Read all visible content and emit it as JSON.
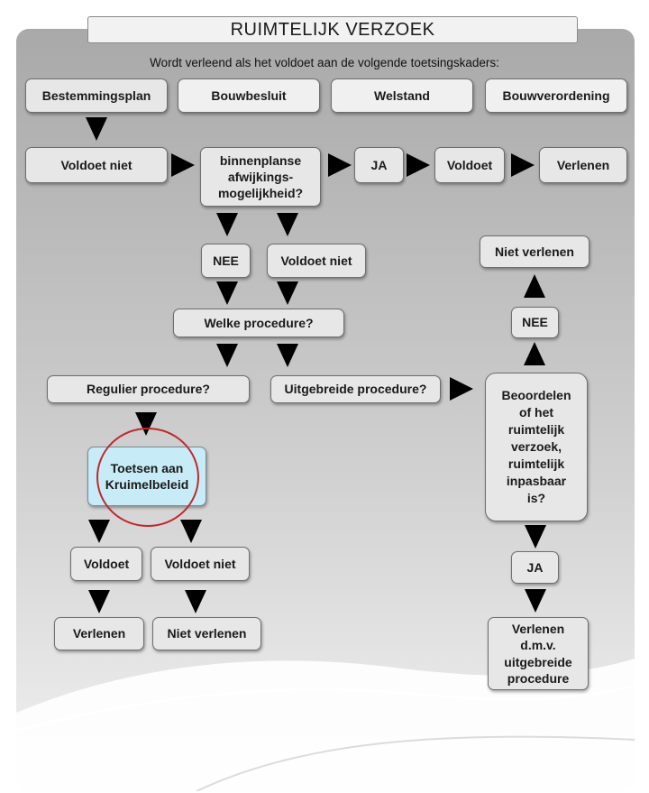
{
  "title": "RUIMTELIJK VERZOEK",
  "subtitle": "Wordt verleend als het voldoet aan de volgende toetsingskaders:",
  "frameworks": [
    "Bestemmingsplan",
    "Bouwbesluit",
    "Welstand",
    "Bouwverordening"
  ],
  "row2": {
    "voldoet_niet": "Voldoet niet",
    "binnenplanse_1": "binnenplanse",
    "binnenplanse_2": "afwijkings-",
    "binnenplanse_3": "mogelijkheid?",
    "ja": "JA",
    "voldoet": "Voldoet",
    "verlenen": "Verlenen"
  },
  "row3": {
    "nee": "NEE",
    "voldoet_niet": "Voldoet niet"
  },
  "welke_procedure": "Welke procedure?",
  "regulier": "Regulier procedure?",
  "uitgebreide": "Uitgebreide procedure?",
  "toetsen_1": "Toetsen aan",
  "toetsen_2": "Kruimelbeleid",
  "bottom_left": {
    "voldoet": "Voldoet",
    "voldoet_niet": "Voldoet niet",
    "verlenen": "Verlenen",
    "niet_verlenen": "Niet verlenen"
  },
  "right_branch": {
    "niet_verlenen": "Niet verlenen",
    "nee": "NEE",
    "beoordelen_lines": [
      "Beoordelen",
      "of het",
      "ruimtelijk",
      "verzoek,",
      "ruimtelijk",
      "inpasbaar",
      "is?"
    ],
    "ja": "JA",
    "verlenen_lines": [
      "Verlenen",
      "d.m.v.",
      "uitgebreide",
      "procedure"
    ]
  }
}
